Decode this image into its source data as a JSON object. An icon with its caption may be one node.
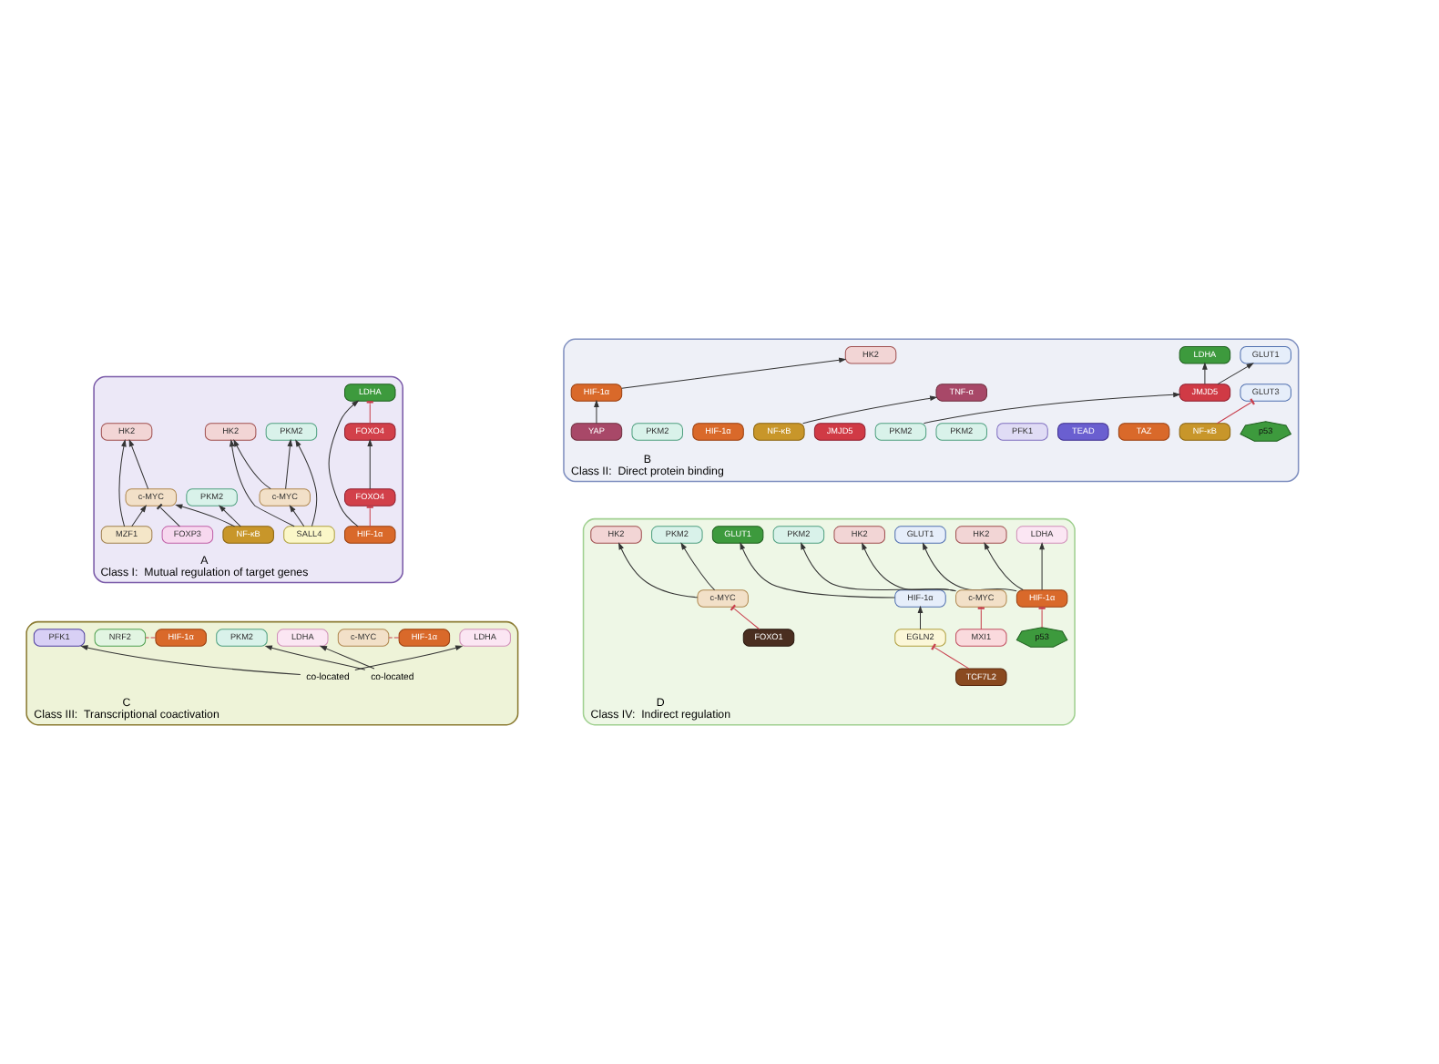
{
  "diagram": {
    "nodes": [
      {
        "text": [
          "A",
          "Class I:  Mutual regulation of target genes"
        ]
      },
      {
        "text": [
          "HK2"
        ],
        "in": 0
      },
      {
        "text": [
          "FOXP3"
        ],
        "in": 0
      },
      {
        "text": [
          "c-MYC"
        ],
        "in": 0
      },
      {
        "text": [
          "PKM2"
        ],
        "in": 0
      },
      {
        "text": [
          "MZF1"
        ],
        "in": 0
      },
      {
        "text": [
          "NF-κB"
        ],
        "in": 0
      },
      {
        "text": [
          "HK2"
        ],
        "in": 0
      },
      {
        "text": [
          "c-MYC"
        ],
        "in": 0
      },
      {
        "text": [
          "PKM2"
        ],
        "in": 0
      },
      {
        "text": [
          "SALL4"
        ],
        "in": 0
      },
      {
        "text": [
          "LDHA"
        ],
        "in": 0
      },
      {
        "text": [
          "FOXO4"
        ],
        "in": 0
      },
      {
        "text": [
          "HIF-1α"
        ],
        "in": 0
      },
      {
        "text": [
          "FOXO4"
        ],
        "in": 0
      },
      {
        "text": [
          "B",
          "Class II:  Direct protein binding"
        ]
      },
      {
        "text": [
          "HK2"
        ],
        "in": 15
      },
      {
        "text": [
          "HIF-1α"
        ],
        "in": 15
      },
      {
        "text": [
          "YAP"
        ],
        "in": 15
      },
      {
        "text": [
          "TAZ"
        ],
        "in": 15
      },
      {
        "text": [
          "TEAD"
        ],
        "in": 15
      },
      {
        "text": [
          "PFK1"
        ],
        "in": 15
      },
      {
        "text": [
          "TNF-α"
        ],
        "in": 15
      },
      {
        "text": [
          "PKM2"
        ],
        "in": 15
      },
      {
        "text": [
          "NF-κB"
        ],
        "in": 15
      },
      {
        "text": [
          "LDHA"
        ],
        "in": 15
      },
      {
        "text": [
          "JMJD5"
        ],
        "in": 15
      },
      {
        "text": [
          "PKM2"
        ],
        "in": 15
      },
      {
        "text": [
          "GLUT1"
        ],
        "in": 15
      },
      {
        "text": [
          "JMJD5"
        ],
        "in": 15
      },
      {
        "text": [
          "HIF-1α"
        ],
        "in": 15
      },
      {
        "text": [
          "PKM2"
        ],
        "in": 15
      },
      {
        "text": [
          "GLUT3"
        ],
        "in": 15
      },
      {
        "text": [
          "NF-κB"
        ],
        "in": 15
      },
      {
        "text": [
          "p53"
        ],
        "in": 15
      },
      {
        "text": [
          "C",
          "Class III:  Transcriptional coactivation"
        ]
      },
      {
        "text": [
          "LDHA"
        ],
        "in": 35
      },
      {
        "text": [
          "PFK1"
        ],
        "in": 35
      },
      {
        "text": [
          "co-located"
        ],
        "in": 35
      },
      {
        "text": [
          "HIF-1α"
        ],
        "in": 35
      },
      {
        "text": [
          "c-MYC"
        ],
        "in": 35
      },
      {
        "text": [
          "LDHA"
        ],
        "in": 35
      },
      {
        "text": [
          "PKM2"
        ],
        "in": 35
      },
      {
        "text": [
          "co-located"
        ],
        "in": 35
      },
      {
        "text": [
          "HIF-1α"
        ],
        "in": 35
      },
      {
        "text": [
          "NRF2"
        ],
        "in": 35
      },
      {
        "text": [
          "D",
          "Class IV:  Indirect regulation"
        ]
      },
      {
        "text": [
          "GLUT1"
        ],
        "in": 46
      },
      {
        "text": [
          "EGLN2"
        ],
        "in": 46
      },
      {
        "text": [
          "HIF-1α"
        ],
        "in": 46
      },
      {
        "text": [
          "TCF7L2"
        ],
        "in": 46
      },
      {
        "text": [
          "HK2"
        ],
        "in": 46
      },
      {
        "text": [
          "c-MYC"
        ],
        "in": 46
      },
      {
        "text": [
          "PKM2"
        ],
        "in": 46
      },
      {
        "text": [
          "FOXO1"
        ],
        "in": 46
      },
      {
        "text": [
          "HK2"
        ],
        "in": 46
      },
      {
        "text": [
          "LDHA"
        ],
        "in": 46
      },
      {
        "text": [
          "GLUT1"
        ],
        "in": 46
      },
      {
        "text": [
          "p53"
        ],
        "in": 46
      },
      {
        "text": [
          "HIF-1α"
        ],
        "in": 46
      },
      {
        "text": [
          "HK2"
        ],
        "in": 46
      },
      {
        "text": [
          "c-MYC"
        ],
        "in": 46
      },
      {
        "text": [
          "PKM2"
        ],
        "in": 46
      },
      {
        "text": [
          "MXI1"
        ],
        "in": 46
      }
    ],
    "edges": [
      {
        "from": 5,
        "to": 1,
        "arrow": "to"
      },
      {
        "from": 5,
        "to": 3,
        "arrow": "to"
      },
      {
        "from": 2,
        "to": 3,
        "arrow": "other"
      },
      {
        "from": 3,
        "to": 1,
        "arrow": "to"
      },
      {
        "from": 6,
        "to": 3,
        "arrow": "to"
      },
      {
        "from": 6,
        "to": 4,
        "arrow": "to"
      },
      {
        "from": 10,
        "to": 7,
        "arrow": "to"
      },
      {
        "from": 10,
        "to": 8,
        "arrow": "to"
      },
      {
        "from": 10,
        "to": 9,
        "arrow": "to"
      },
      {
        "from": 8,
        "to": 7,
        "arrow": "to"
      },
      {
        "from": 8,
        "to": 9,
        "arrow": "to"
      },
      {
        "from": 13,
        "to": 11,
        "arrow": "to"
      },
      {
        "from": 13,
        "to": 12,
        "arrow": "other",
        "color": "#c8404e"
      },
      {
        "from": 12,
        "to": 14,
        "arrow": "to"
      },
      {
        "from": 14,
        "to": 11,
        "arrow": "other",
        "color": "#c8404e"
      },
      {
        "from": 18,
        "to": 17,
        "arrow": "to"
      },
      {
        "from": 17,
        "to": 16,
        "arrow": "to"
      },
      {
        "from": 24,
        "to": 22,
        "arrow": "to"
      },
      {
        "from": 29,
        "to": 25,
        "arrow": "to"
      },
      {
        "from": 29,
        "to": 28,
        "arrow": "to"
      },
      {
        "from": 27,
        "to": 29,
        "arrow": "to"
      },
      {
        "from": 33,
        "to": 32,
        "arrow": "other",
        "color": "#c8404e"
      },
      {
        "from": 38,
        "to": 36,
        "arrow": "to"
      },
      {
        "from": 38,
        "to": 37,
        "arrow": "to"
      },
      {
        "from": 39,
        "to": 40,
        "arrow": "none",
        "style": "dashed",
        "color": "#c8404e"
      },
      {
        "from": 43,
        "to": 41,
        "arrow": "to"
      },
      {
        "from": 43,
        "to": 42,
        "arrow": "to"
      },
      {
        "from": 44,
        "to": 45,
        "arrow": "none",
        "style": "dashed",
        "color": "#c8404e"
      },
      {
        "from": 49,
        "to": 47,
        "arrow": "to"
      },
      {
        "from": 48,
        "to": 49,
        "arrow": "to"
      },
      {
        "from": 50,
        "to": 48,
        "arrow": "other",
        "color": "#c8404e"
      },
      {
        "from": 54,
        "to": 52,
        "arrow": "other",
        "color": "#c8404e"
      },
      {
        "from": 52,
        "to": 51,
        "arrow": "to"
      },
      {
        "from": 52,
        "to": 53,
        "arrow": "to"
      },
      {
        "from": 59,
        "to": 55,
        "arrow": "to"
      },
      {
        "from": 59,
        "to": 56,
        "arrow": "to"
      },
      {
        "from": 59,
        "to": 57,
        "arrow": "to"
      },
      {
        "from": 58,
        "to": 59,
        "arrow": "other",
        "color": "#c8404e"
      },
      {
        "from": 63,
        "to": 61,
        "arrow": "other",
        "color": "#c8404e"
      },
      {
        "from": 61,
        "to": 60,
        "arrow": "to"
      },
      {
        "from": 61,
        "to": 62,
        "arrow": "to"
      }
    ]
  }
}
